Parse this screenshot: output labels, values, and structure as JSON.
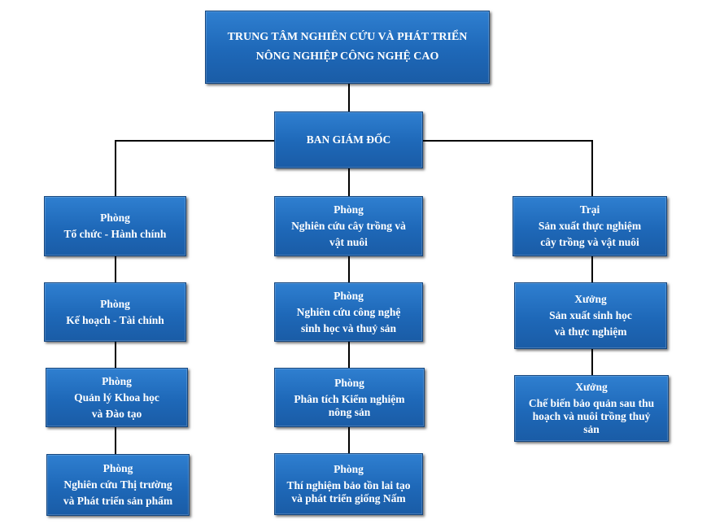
{
  "root": {
    "line1": "TRUNG TÂM NGHIÊN CỨU VÀ PHÁT TRIỂN",
    "line2": "NÔNG NGHIỆP CÔNG NGHỆ CAO"
  },
  "board": {
    "label": "BAN GIÁM ĐỐC"
  },
  "left_column": [
    {
      "line1": "Phòng",
      "line2": "Tổ chức - Hành chính"
    },
    {
      "line1": "Phòng",
      "line2": "Kế hoạch - Tài chính"
    },
    {
      "line1": "Phòng",
      "line2": "Quản lý Khoa học",
      "line3": "và Đào tạo"
    },
    {
      "line1": "Phòng",
      "line2": "Nghiên cứu Thị trường",
      "line3": "và Phát triển sản phẩm"
    }
  ],
  "middle_column": [
    {
      "line1": "Phòng",
      "line2": "Nghiên cứu cây trồng và",
      "line3": "vật nuôi"
    },
    {
      "line1": "Phòng",
      "line2": "Nghiên cứu công nghệ",
      "line3": "sinh học và thuỷ sản"
    },
    {
      "line1": "Phòng",
      "line2": "Phân tích Kiểm nghiệm",
      "line3": "nông sản"
    },
    {
      "line1": "Phòng",
      "line2": "Thí nghiệm bảo tồn lai tạo",
      "line3": "và phát triển giống Nấm"
    }
  ],
  "right_column": [
    {
      "line1": "Trại",
      "line2": "Sản xuất thực nghiệm",
      "line3": "cây trồng và vật nuôi"
    },
    {
      "line1": "Xưởng",
      "line2": "Sản xuất sinh học",
      "line3": "và thực nghiệm"
    },
    {
      "line1": "Xưởng",
      "line2": "Chế biến bảo quản sau thu",
      "line3": "hoạch và nuôi trồng thuỷ",
      "line4": "sản"
    }
  ]
}
